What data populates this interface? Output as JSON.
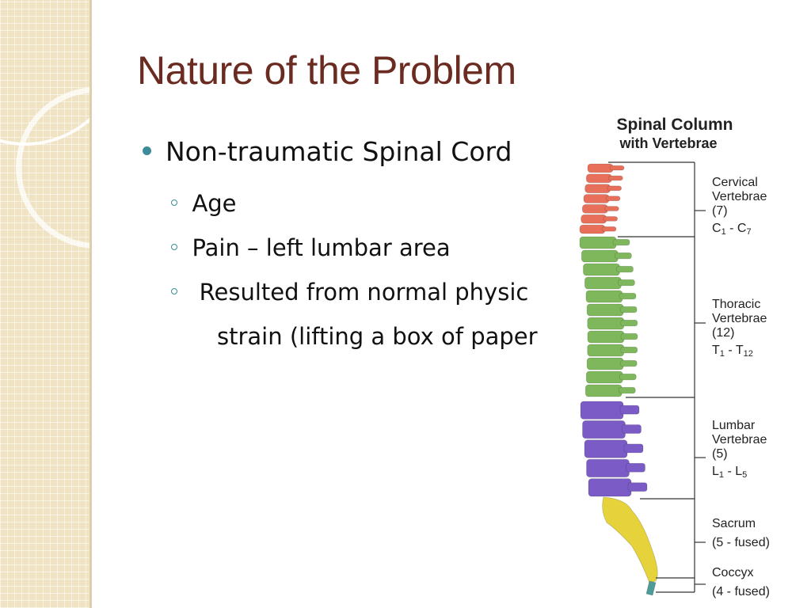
{
  "slide": {
    "title": "Nature of the Problem",
    "bullets": [
      {
        "text": "Non-traumatic Spinal Cord",
        "sub": [
          "Age",
          "Pain – left lumbar area",
          " Resulted from normal physic"
        ],
        "continuation": "strain (lifting a box of paper"
      }
    ]
  },
  "figure": {
    "title_line1": "Spinal Column",
    "title_line2": "with Vertebrae",
    "regions": [
      {
        "name": "Cervical",
        "name2": "Vertebrae",
        "count": "(7)",
        "letter": "C",
        "from": "1",
        "to": "7",
        "color": "#e8705a"
      },
      {
        "name": "Thoracic",
        "name2": "Vertebrae",
        "count": "(12)",
        "letter": "T",
        "from": "1",
        "to": "12",
        "color": "#7fb85c"
      },
      {
        "name": "Lumbar",
        "name2": "Vertebrae",
        "count": "(5)",
        "letter": "L",
        "from": "1",
        "to": "5",
        "color": "#7b5cc7"
      },
      {
        "name": "Sacrum",
        "count": "(5 - fused)",
        "color": "#e6d33c"
      },
      {
        "name": "Coccyx",
        "count": "(4 - fused)",
        "color": "#4d9c9a"
      }
    ],
    "separator": " - "
  },
  "colors": {
    "title": "#6b2b21",
    "bullet": "#3d8a9a",
    "strip": "#efe3c4"
  }
}
